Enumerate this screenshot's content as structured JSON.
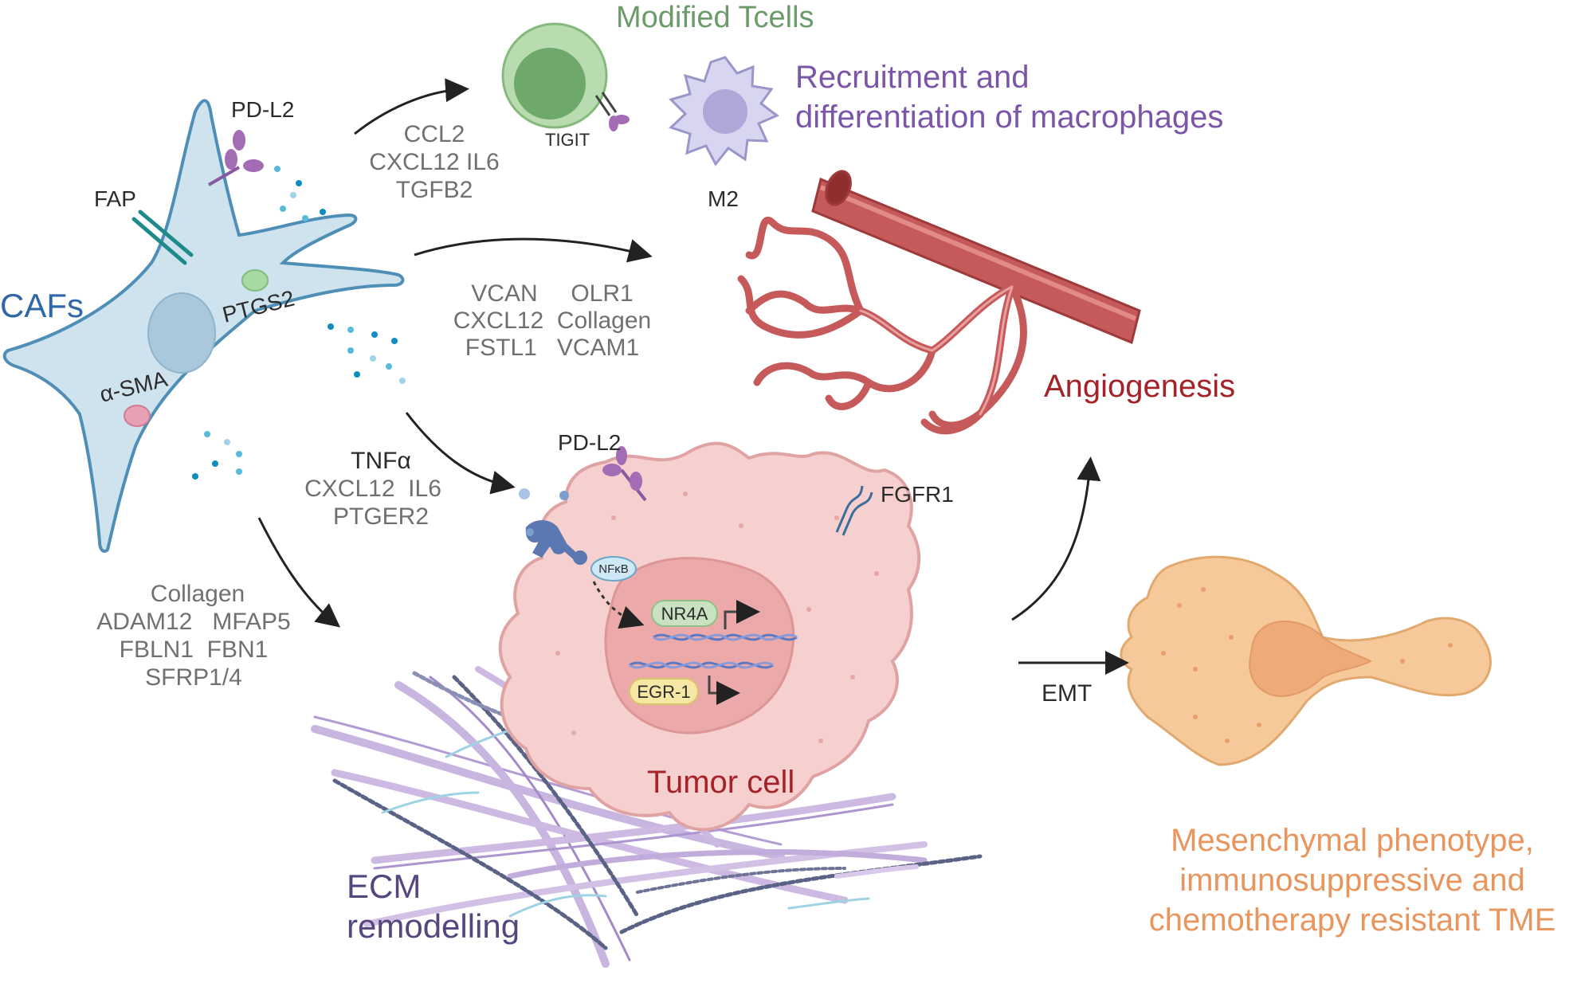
{
  "labels": {
    "cafs": "CAFs",
    "pd_l2_caf": "PD-L2",
    "fap": "FAP",
    "ptgs2": "PTGS2",
    "alpha_sma": "α-SMA",
    "modified_tcells": "Modified Tcells",
    "tigit": "TIGIT",
    "macrophage_title_line1": "Recruitment and",
    "macrophage_title_line2": "differentiation of macrophages",
    "m2": "M2",
    "angiogenesis": "Angiogenesis",
    "pd_l2_tumor": "PD-L2",
    "fgfr1": "FGFR1",
    "nfkb": "NFκB",
    "nr4a": "NR4A",
    "egr1": "EGR-1",
    "tumor_cell": "Tumor cell",
    "emt": "EMT",
    "ecm_line1": "ECM",
    "ecm_line2": "remodelling",
    "outcome_line1": "Mesenchymal phenotype,",
    "outcome_line2": "immunosuppressive and",
    "outcome_line3": "chemotherapy resistant TME"
  },
  "factors": {
    "tcell_group": [
      "CCL2",
      "CXCL12  IL6",
      "TGFB2"
    ],
    "angio_group": [
      "VCAN     OLR1",
      "CXCL12  Collagen",
      "FSTL1   VCAM1"
    ],
    "tumor_group_head": "TNFα",
    "tumor_group": [
      "CXCL12  IL6",
      "PTGER2"
    ],
    "ecm_group": [
      "Collagen",
      "ADAM12   MFAP5",
      "FBLN1  FBN1",
      "SFRP1/4"
    ]
  },
  "colors": {
    "caf_fill": "#cfe3ee",
    "caf_stroke": "#4f8fb7",
    "tumor_fill": "#f6cfcf",
    "tumor_stroke": "#e0a3a3",
    "vessel": "#c65a5a",
    "mesenchymal_fill": "#f6c99a",
    "tcell_fill": "#b8dcb0",
    "macrophage_fill": "#d7d5ef",
    "arrow": "#222222"
  }
}
